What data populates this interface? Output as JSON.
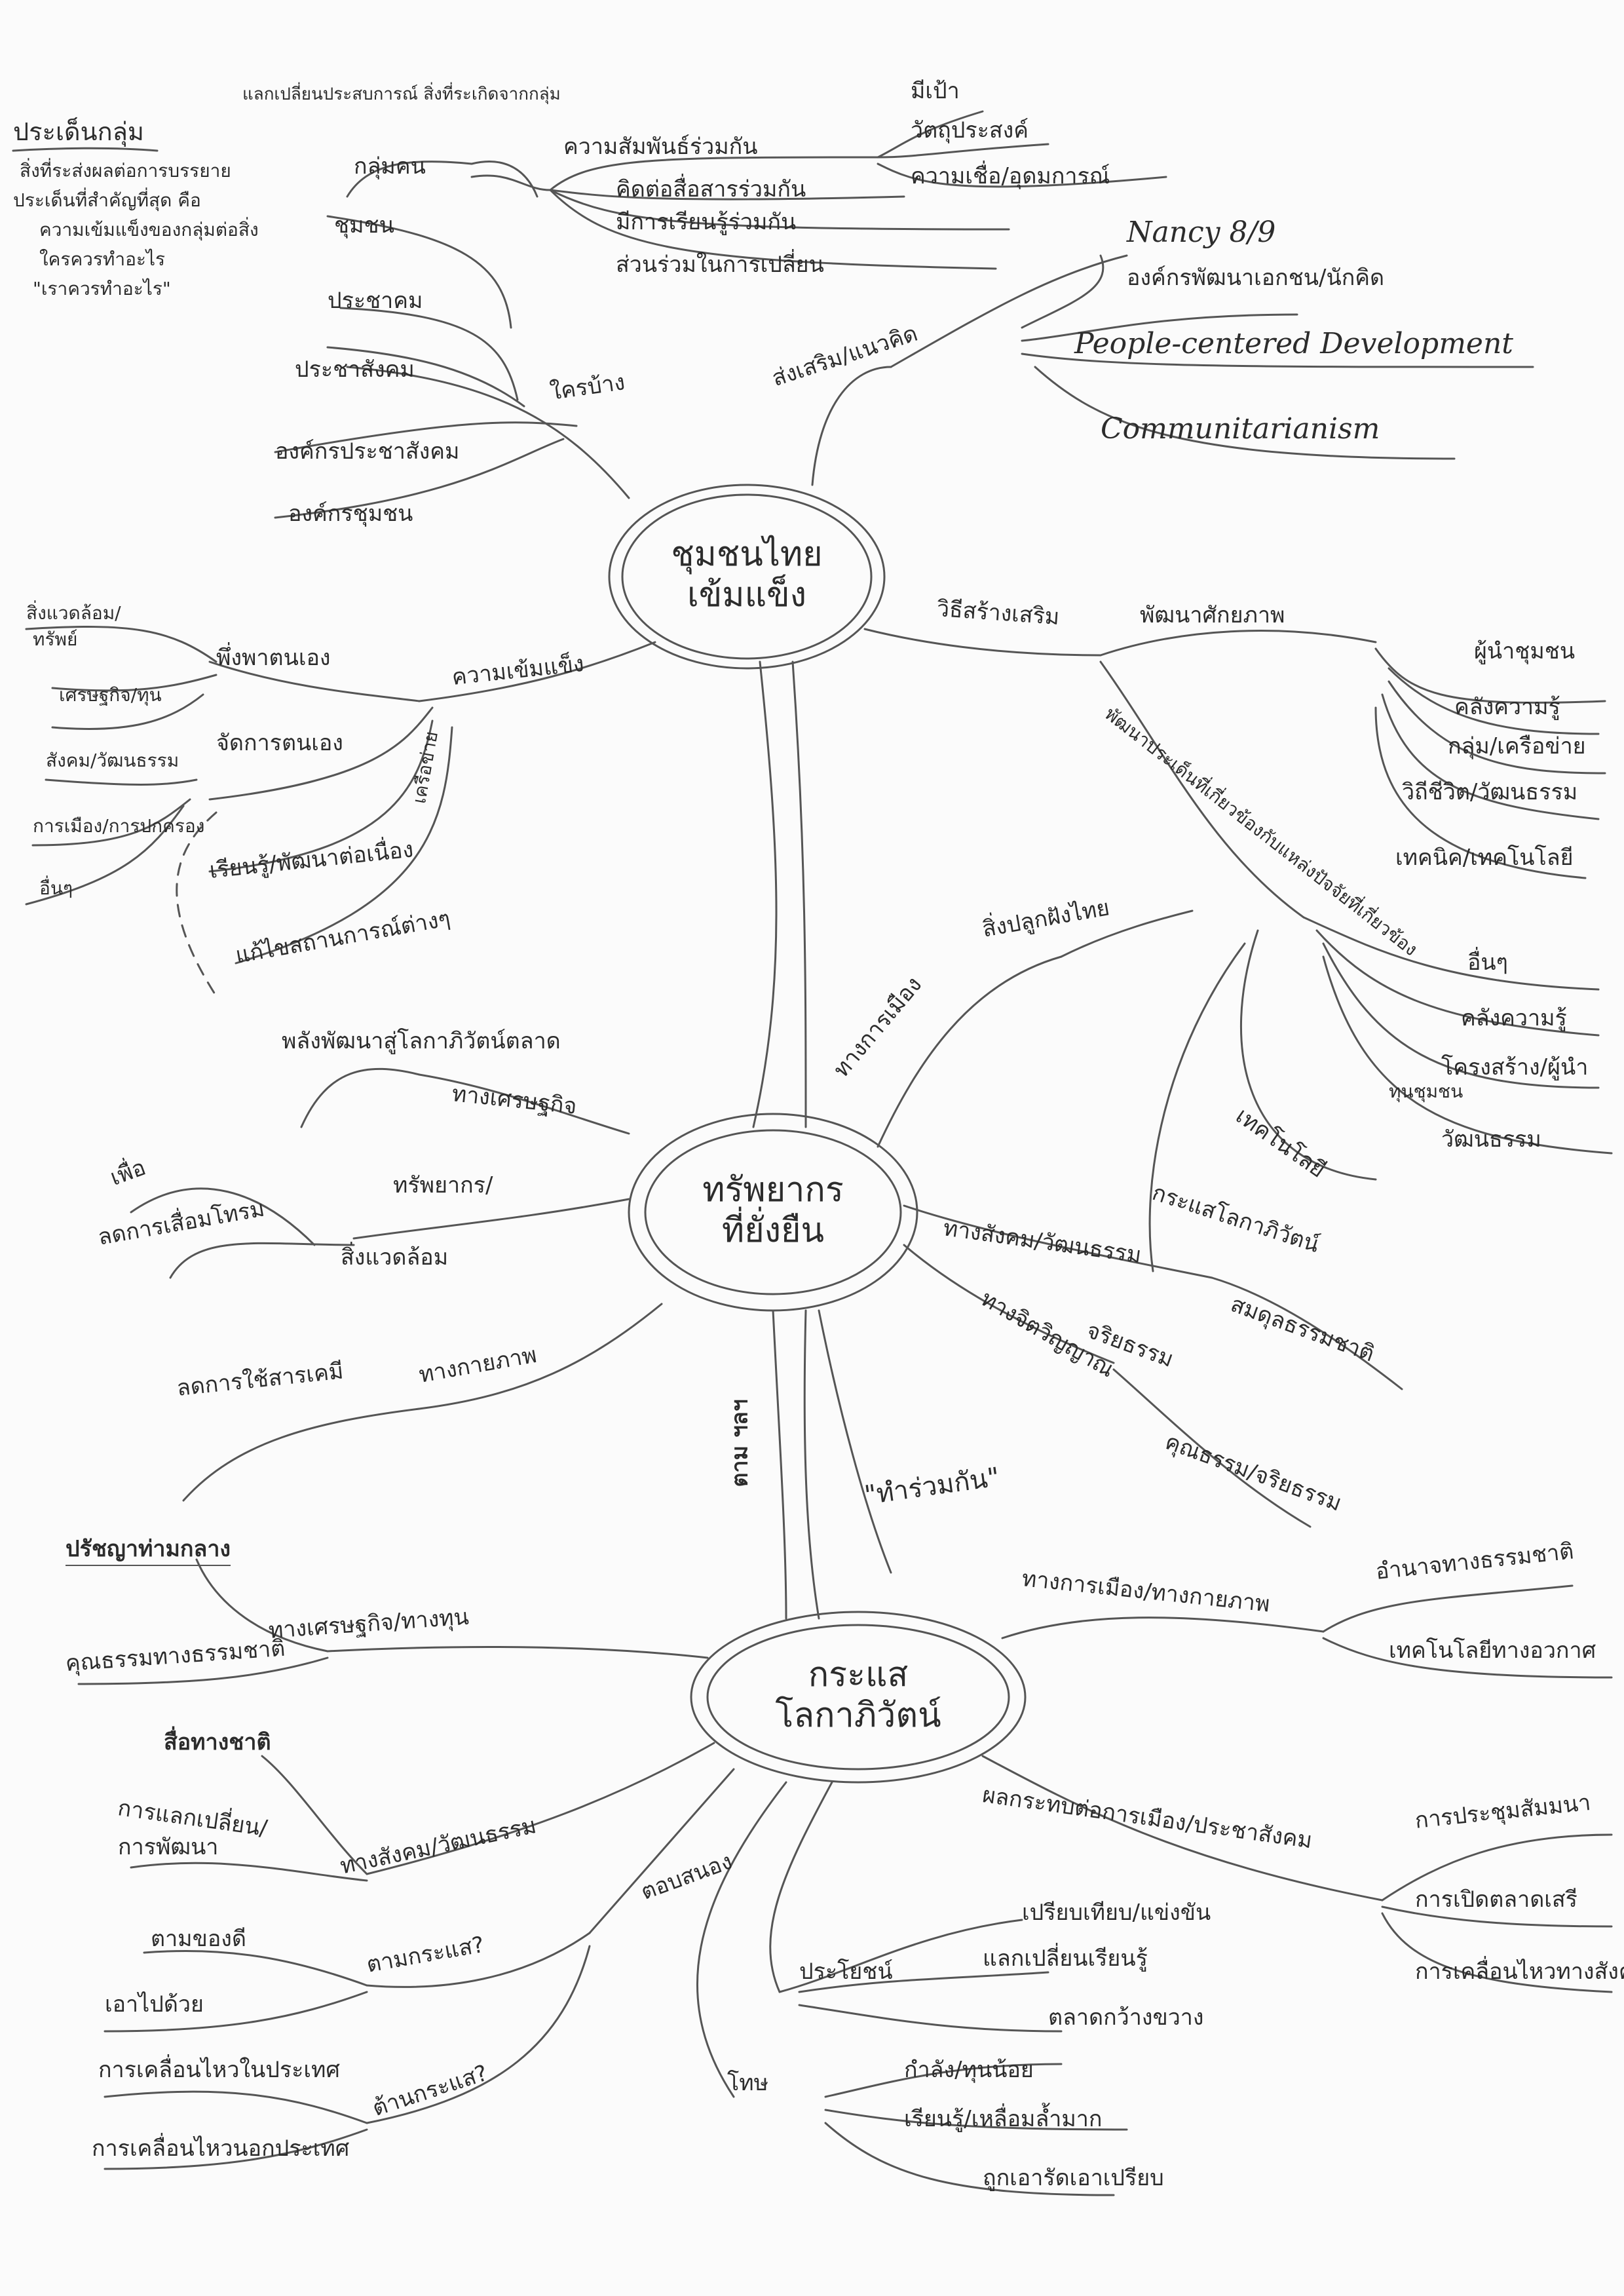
{
  "hubs": {
    "community": {
      "line1": "ชุมชนไทย",
      "line2": "เข้มแข็ง"
    },
    "resources": {
      "line1": "ทรัพยากร",
      "line2": "ที่ยั่งยืน"
    },
    "globalization": {
      "line1": "กระแส",
      "line2": "โลกาภิวัตน์"
    }
  },
  "header_note": {
    "title": "ประเด็นกลุ่ม",
    "lines": [
      "สิ่งที่ระส่งผลต่อการบรรยาย",
      "ประเด็นที่สำคัญที่สุด คือ",
      "ความเข้มแข็งของกลุ่มต่อสิ่ง",
      "ใครควรทำอะไร",
      "\"เราควรทำอะไร\""
    ]
  },
  "community_branch": {
    "who_label": "ใครบ้าง",
    "who_items": [
      "กลุ่มคน",
      "ชุมชน",
      "ประชาคม",
      "ประชาสังคม",
      "องค์กรประชาสังคม",
      "องค์กรชุมชน"
    ],
    "top_note": "แลกเปลี่ยนประสบการณ์ สิ่งที่ระเกิดจากกลุ่ม",
    "features": [
      "ความสัมพันธ์ร่วมกัน",
      "คิดต่อสื่อสารร่วมกัน",
      "มีการเรียนรู้ร่วมกัน",
      "ส่วนร่วมในการเปลี่ยน"
    ],
    "feature_sub": [
      "มีเป้า",
      "วัตถุประสงค์",
      "ความเชื่อ/อุดมการณ์"
    ],
    "concept_label": "ส่งเสริม/แนวคิด",
    "concepts": [
      "Nancy 8/9",
      "องค์กรพัฒนาเอกชน/นักคิด",
      "People-centered Development",
      "Communitarianism"
    ],
    "strength_label": "ความเข้มแข็ง",
    "internal": "พึ่งพาตนเอง",
    "internal_items": [
      "สิ่งแวดล้อม/",
      "ทรัพย์",
      "เศรษฐกิจ/ทุน",
      "สังคม/วัฒนธรรม",
      "การเมือง/การปกครอง",
      "อื่นๆ"
    ],
    "manage": "จัดการตนเอง",
    "learn": "เรียนรู้/พัฒนาต่อเนื่อง",
    "net": "เครือข่าย",
    "fix": "แก้ไขสถานการณ์ต่างๆ",
    "process_label": "วิธีสร้างเสริม",
    "process_main": "พัฒนาศักยภาพ",
    "process_items": [
      "ผู้นำชุมชน",
      "คลังความรู้",
      "กลุ่ม/เครือข่าย",
      "วิถีชีวิต/วัฒนธรรม",
      "เทคนิค/เทคโนโลยี"
    ],
    "process_sub": "พัฒนาประเด็นที่เกี่ยวข้องกับแหล่งปัจจัยที่เกี่ยวข้อง",
    "factor_items": [
      "อื่นๆ",
      "คลังความรู้",
      "โครงสร้าง/ผู้นำ",
      "ทุนชุมชน",
      "วัฒนธรรม"
    ],
    "tech": "เทคโนโลยี",
    "glob_tie": "กระแสโลกาภิวัตน์"
  },
  "resource_branch": {
    "politics": "ทางการเมือง",
    "policy": "สิ่งปลูกฝังไทย",
    "economy": "ทางเศรษฐกิจ",
    "economy_sub": "พลังพัฒนาสู่โลกาภิวัตน์ตลาด",
    "fill": "เพื่อ",
    "reduce": "ลดการเสื่อมโทรม",
    "env": "ทรัพยากร/",
    "env2": "สิ่งแวดล้อม",
    "physical": "ทางกายภาพ",
    "physical_sub": "ลดการใช้สารเคมี",
    "social": "ทางสังคม/วัฒนธรรม",
    "balance": "สมดุลธรรมชาติ",
    "mind": "ทางจิตวิญญาณ",
    "ethics": "จริยธรรม",
    "morals": "คุณธรรม/จริยธรรม",
    "way_label": "ตาม ฯลฯ",
    "together": "\"ทำร่วมกัน\""
  },
  "global_branch": {
    "politics": "ทางการเมือง/ทางกายภาพ",
    "politics_a": "อำนาจทางธรรมชาติ",
    "politics_b": "เทคโนโลยีทางอวกาศ",
    "left_head": "ปรัชญาท่ามกลาง",
    "econ": "ทางเศรษฐกิจ/ทางทุน",
    "econ_a": "คุณธรรมทางธรรมชาติ",
    "media": "สื่อทางชาติ",
    "change": "การแลกเปลี่ยน/",
    "change2": "การพัฒนา",
    "social": "ทางสังคม/วัฒนธรรม",
    "reply": "ตอบสนอง",
    "stream": "ตามกระแส?",
    "stream_a": "ตามของดี",
    "stream_b": "เอาไปด้วย",
    "resist": "ต้านกระแส?",
    "resist_a": "การเคลื่อนไหวในประเทศ",
    "resist_b": "การเคลื่อนไหวนอกประเทศ",
    "benefit": "ประโยชน์",
    "benefit_items": [
      "เปรียบเทียบ/แข่งขัน",
      "แลกเปลี่ยนเรียนรู้",
      "ตลาดกว้างขวาง"
    ],
    "harm": "โทษ",
    "harm_items": [
      "กำลัง/ทุนน้อย",
      "เรียนรู้/เหลื่อมล้ำมาก",
      "ถูกเอารัดเอาเปรียบ"
    ],
    "impact": "ผลกระทบต่อการเมือง/ประชาสังคม",
    "impact_items": [
      "การประชุมสัมมนา",
      "การเปิดตลาดเสรี",
      "การเคลื่อนไหวทางสังคม"
    ]
  }
}
